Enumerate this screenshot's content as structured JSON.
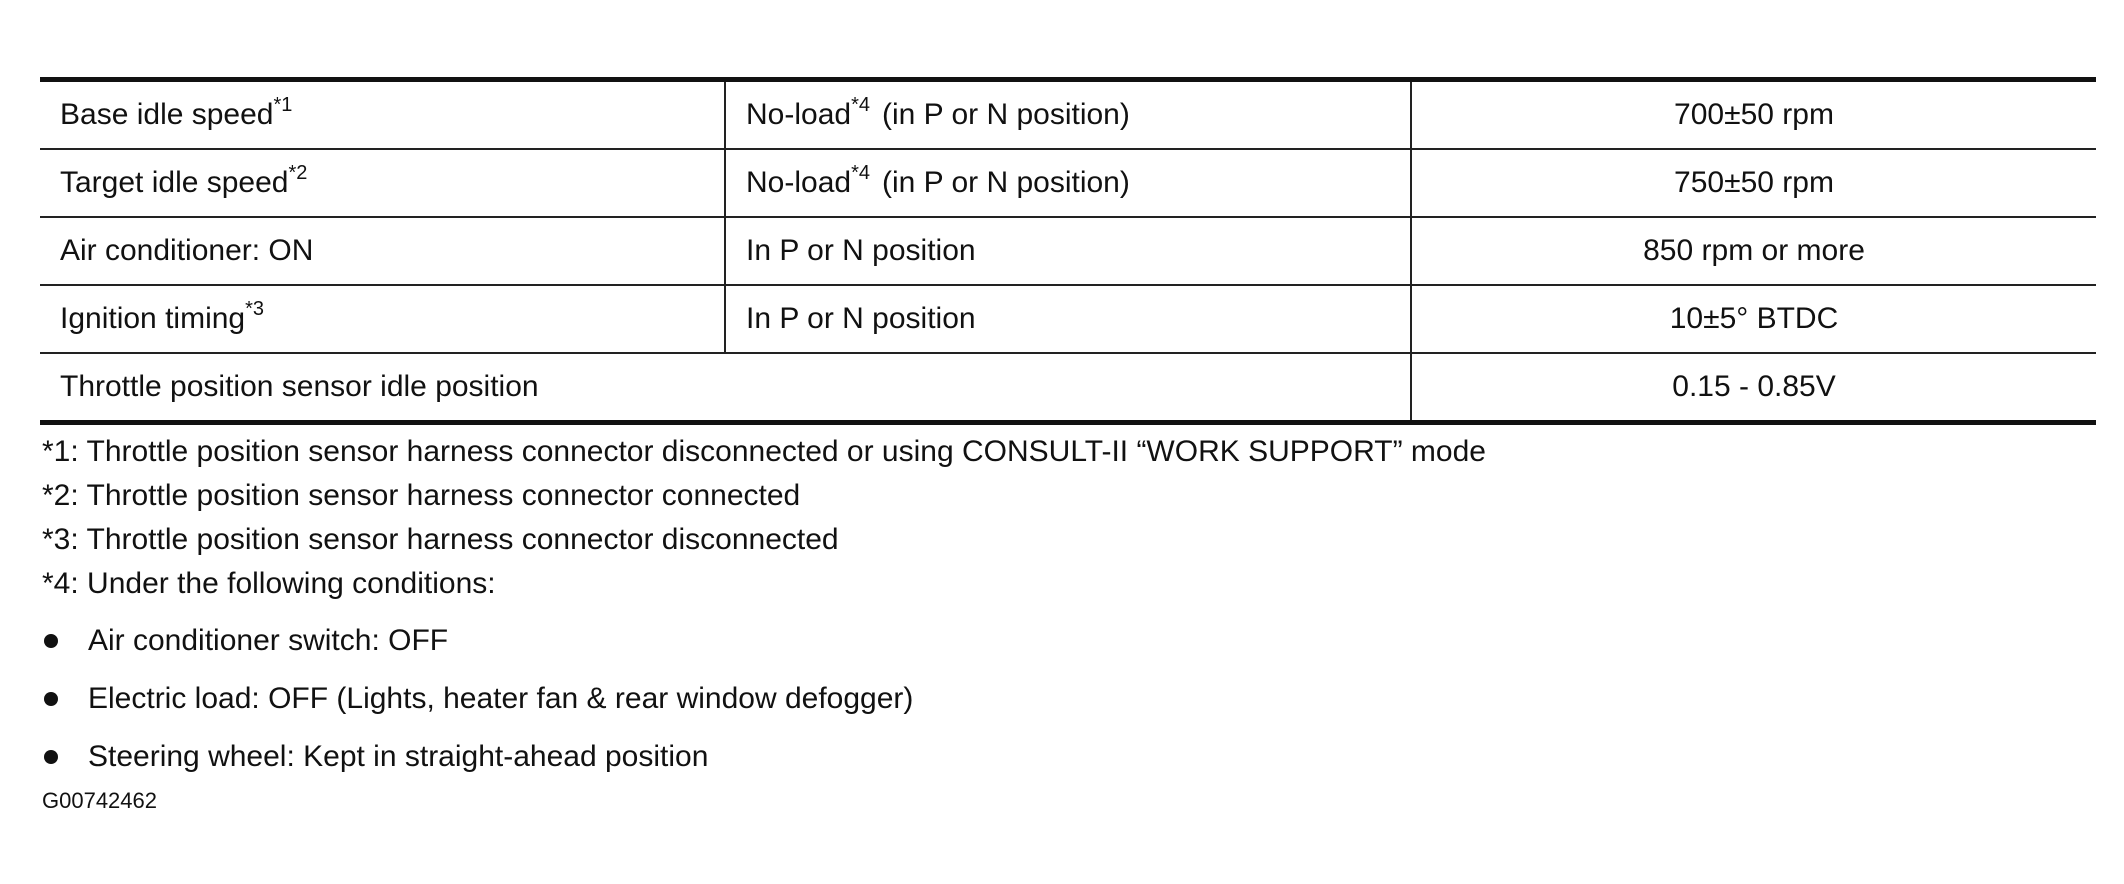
{
  "table": {
    "rows": [
      {
        "label": "Base idle speed",
        "label_sup": "*1",
        "cond": "No-load",
        "cond_sup": "*4",
        "cond_rest": "(in P or N position)",
        "value": "700±50 rpm"
      },
      {
        "label": "Target idle speed",
        "label_sup": "*2",
        "cond": "No-load",
        "cond_sup": "*4",
        "cond_rest": "(in P or N position)",
        "value": "750±50 rpm"
      },
      {
        "label": "Air conditioner: ON",
        "cond": "In P or N position",
        "value": "850 rpm or more"
      },
      {
        "label": "Ignition timing",
        "label_sup": "*3",
        "cond": "In P or N position",
        "value": "10±5° BTDC"
      },
      {
        "label": "Throttle position sensor idle position",
        "value": "0.15 - 0.85V"
      }
    ]
  },
  "footnotes": [
    "*1: Throttle position sensor harness connector disconnected or using CONSULT-II “WORK SUPPORT” mode",
    "*2: Throttle position sensor harness connector connected",
    "*3: Throttle position sensor harness connector disconnected",
    "*4: Under the following conditions:"
  ],
  "conditions": [
    "Air conditioner switch: OFF",
    "Electric load: OFF (Lights, heater fan & rear window defogger)",
    "Steering wheel: Kept in straight-ahead position"
  ],
  "figure_id": "G00742462"
}
